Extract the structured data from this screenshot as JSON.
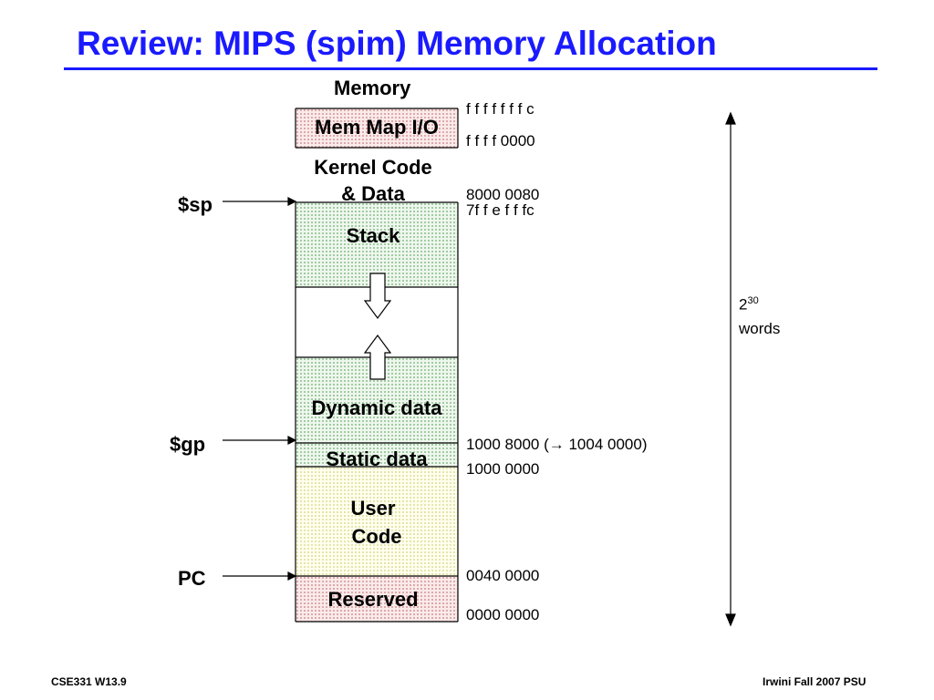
{
  "title": "Review:  MIPS (spim) Memory Allocation",
  "memory_label": "Memory",
  "segments": {
    "mem_map_io": "Mem Map I/O",
    "kernel_line1": "Kernel Code",
    "kernel_line2": "& Data",
    "stack": "Stack",
    "dynamic": "Dynamic data",
    "static": "Static data",
    "user_line1": "User",
    "user_line2": "Code",
    "reserved": "Reserved"
  },
  "registers": {
    "sp": "$sp",
    "gp": "$gp",
    "pc": "PC"
  },
  "addresses": {
    "a1": "f f f f f f f c",
    "a2": "f f f f 0000",
    "a3": "8000 0080",
    "a4": "7f f e f f fc",
    "a5": "1000 8000 (→ 1004 0000)",
    "a6": "1000 0000",
    "a7": "0040 0000",
    "a8": "0000 0000"
  },
  "size": {
    "base": "2",
    "exponent": "30",
    "unit": "words"
  },
  "footer": {
    "left": "CSE331  W13.9",
    "right": "Irwini Fall 2007 PSU"
  },
  "colors": {
    "title": "#1a1aff",
    "stack_fill": "green-dotted",
    "io_fill": "pink-dotted",
    "code_fill": "yellow-dotted"
  }
}
